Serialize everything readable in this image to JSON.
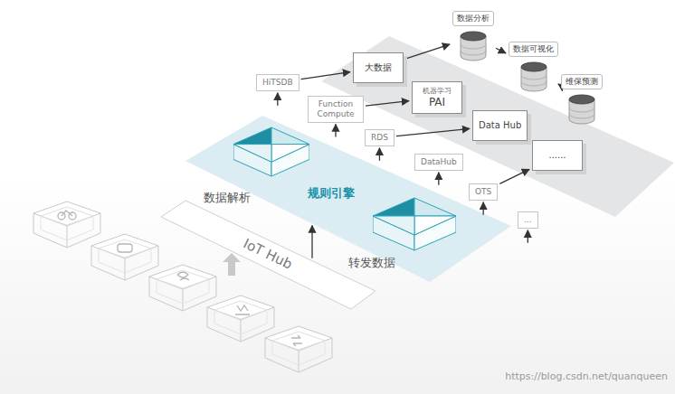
{
  "diagram": {
    "nodes": [
      {
        "text": [
          "IoT Hub"
        ]
      },
      {
        "text": [
          "规则引擎"
        ]
      },
      {
        "text": [
          "数据解析"
        ],
        "in": 1
      },
      {
        "text": [
          "转发数据"
        ],
        "in": 1
      },
      {
        "text": [
          "HiTSDB"
        ]
      },
      {
        "text": [
          "Function Compute"
        ]
      },
      {
        "text": [
          "RDS"
        ]
      },
      {
        "text": [
          "DataHub"
        ]
      },
      {
        "text": [
          "OTS"
        ]
      },
      {
        "text": [
          "..."
        ]
      },
      {
        "text": [
          "大数据"
        ]
      },
      {
        "text": [
          "机器学习",
          "PAI"
        ]
      },
      {
        "text": [
          "Data Hub"
        ]
      },
      {
        "text": [
          "......"
        ]
      },
      {
        "text": [
          "数据分析"
        ]
      },
      {
        "text": [
          "数据可视化"
        ]
      },
      {
        "text": [
          "维保预测"
        ]
      }
    ],
    "edges": [
      {
        "from": 0,
        "to": 1,
        "arrow": "to"
      },
      {
        "from": 1,
        "to": 4,
        "arrow": "to"
      },
      {
        "from": 1,
        "to": 5,
        "arrow": "to"
      },
      {
        "from": 1,
        "to": 6,
        "arrow": "to"
      },
      {
        "from": 1,
        "to": 7,
        "arrow": "to"
      },
      {
        "from": 1,
        "to": 8,
        "arrow": "to"
      },
      {
        "from": 1,
        "to": 9,
        "arrow": "to"
      },
      {
        "from": 4,
        "to": 10,
        "arrow": "to"
      },
      {
        "from": 5,
        "to": 11,
        "arrow": "to"
      },
      {
        "from": 6,
        "to": 12,
        "arrow": "to"
      },
      {
        "from": 8,
        "to": 13,
        "arrow": "to"
      },
      {
        "from": 10,
        "to": 14,
        "arrow": "to"
      },
      {
        "from": 14,
        "to": 15,
        "arrow": "to"
      },
      {
        "from": 15,
        "to": 16,
        "arrow": "to"
      }
    ],
    "labels": [
      "https://blog.csdn.net/quanqueen"
    ]
  }
}
